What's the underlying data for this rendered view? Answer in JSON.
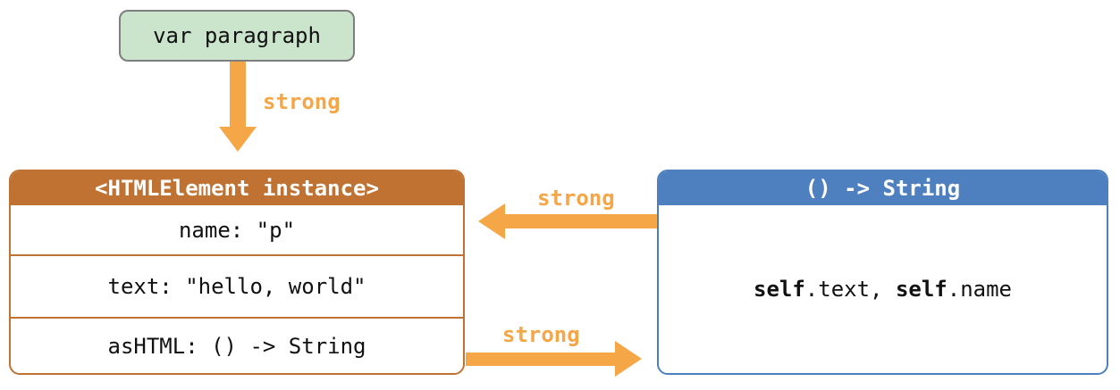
{
  "colors": {
    "arrow": "#F5A647",
    "brown": "#BF7231",
    "blue": "#4E7FBF",
    "green_bg": "#CBE4CC",
    "green_border": "#7E7E7E",
    "ink": "#111111"
  },
  "variable_box": {
    "label": "var paragraph"
  },
  "labels": {
    "strong_top": "strong",
    "strong_middle": "strong",
    "strong_bottom": "strong"
  },
  "instance_box": {
    "title": "<HTMLElement instance>",
    "rows": [
      {
        "text": "name: \"p\""
      },
      {
        "text": "text: \"hello, world\""
      },
      {
        "text": "asHTML: () -> String"
      }
    ]
  },
  "closure_box": {
    "title": "() -> String",
    "segments": [
      {
        "text": "self",
        "bold": true
      },
      {
        "text": ".text, ",
        "bold": false
      },
      {
        "text": "self",
        "bold": true
      },
      {
        "text": ".name",
        "bold": false
      }
    ]
  }
}
